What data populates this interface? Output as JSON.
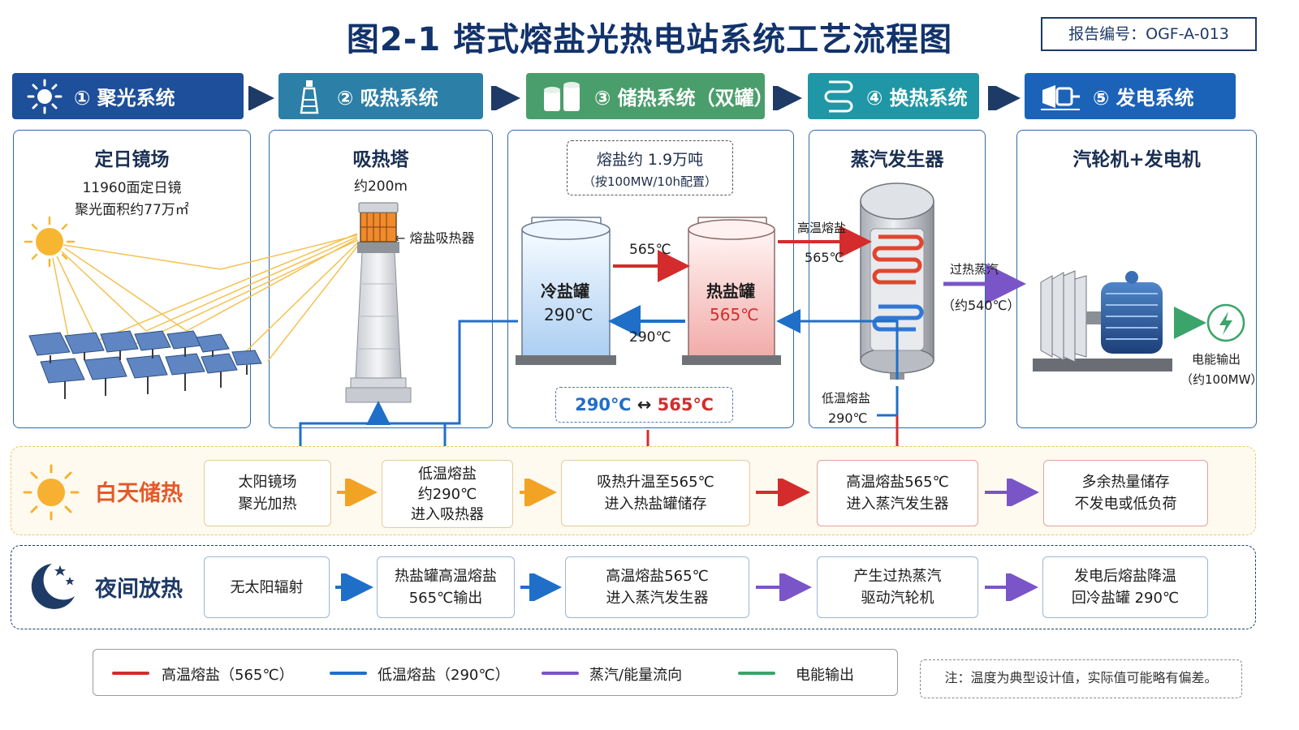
{
  "title": "图2-1 塔式熔盐光热电站系统工艺流程图",
  "report_no": "报告编号：OGF-A-013",
  "colors": {
    "hot": "#d42c2c",
    "cold": "#1f6fc9",
    "steam": "#7a55c7",
    "power": "#3aa46a",
    "orange": "#f2a324"
  },
  "systems": [
    {
      "label": "① 聚光系统",
      "icon": "sun-icon",
      "color": "#1d4f9a"
    },
    {
      "label": "② 吸热系统",
      "icon": "tower-icon",
      "color": "#2c7fa7"
    },
    {
      "label": "③ 储热系统（双罐）",
      "icon": "tanks-icon",
      "color": "#4a9e6c"
    },
    {
      "label": "④ 换热系统",
      "icon": "coil-icon",
      "color": "#1f97a6"
    },
    {
      "label": "⑤ 发电系统",
      "icon": "turbine-icon",
      "color": "#1b63b9"
    }
  ],
  "heliostat": {
    "title": "定日镜场",
    "line1": "11960面定日镜",
    "line2": "聚光面积约77万㎡"
  },
  "tower": {
    "title": "吸热塔",
    "height": "约200m",
    "receiver": "← 熔盐吸热器"
  },
  "storage": {
    "amount": "熔盐约 1.9万吨",
    "config": "（按100MW/10h配置）",
    "cold_tank": "冷盐罐",
    "cold_temp": "290℃",
    "hot_tank": "热盐罐",
    "hot_temp": "565℃",
    "arrow_top": "565℃",
    "arrow_bottom": "290℃",
    "range_cold": "290℃",
    "range_arrow": "↔",
    "range_hot": "565℃"
  },
  "steamgen": {
    "title": "蒸汽发生器",
    "hot_in": "高温熔盐",
    "hot_in_temp": "565℃",
    "cold_out": "低温熔盐",
    "cold_out_temp": "290℃",
    "steam": "过热蒸汽",
    "steam_temp": "（约540℃）"
  },
  "power": {
    "title": "汽轮机+发电机",
    "output": "电能输出",
    "output_value": "（约100MW）"
  },
  "day": {
    "title": "白天储热",
    "steps": [
      [
        "太阳镜场",
        "聚光加热"
      ],
      [
        "低温熔盐",
        "约290℃",
        "进入吸热器"
      ],
      [
        "吸热升温至565℃",
        "进入热盐罐储存"
      ],
      [
        "高温熔盐565℃",
        "进入蒸汽发生器"
      ],
      [
        "多余热量储存",
        "不发电或低负荷"
      ]
    ]
  },
  "night": {
    "title": "夜间放热",
    "steps": [
      [
        "无太阳辐射"
      ],
      [
        "热盐罐高温熔盐",
        "565℃输出"
      ],
      [
        "高温熔盐565℃",
        "进入蒸汽发生器"
      ],
      [
        "产生过热蒸汽",
        "驱动汽轮机"
      ],
      [
        "发电后熔盐降温",
        "回冷盐罐 290℃"
      ]
    ]
  },
  "legend": {
    "hot": "高温熔盐（565℃）",
    "cold": "低温熔盐（290℃）",
    "steam": "蒸汽/能量流向",
    "power": "电能输出"
  },
  "note": "注：温度为典型设计值，实际值可能略有偏差。"
}
